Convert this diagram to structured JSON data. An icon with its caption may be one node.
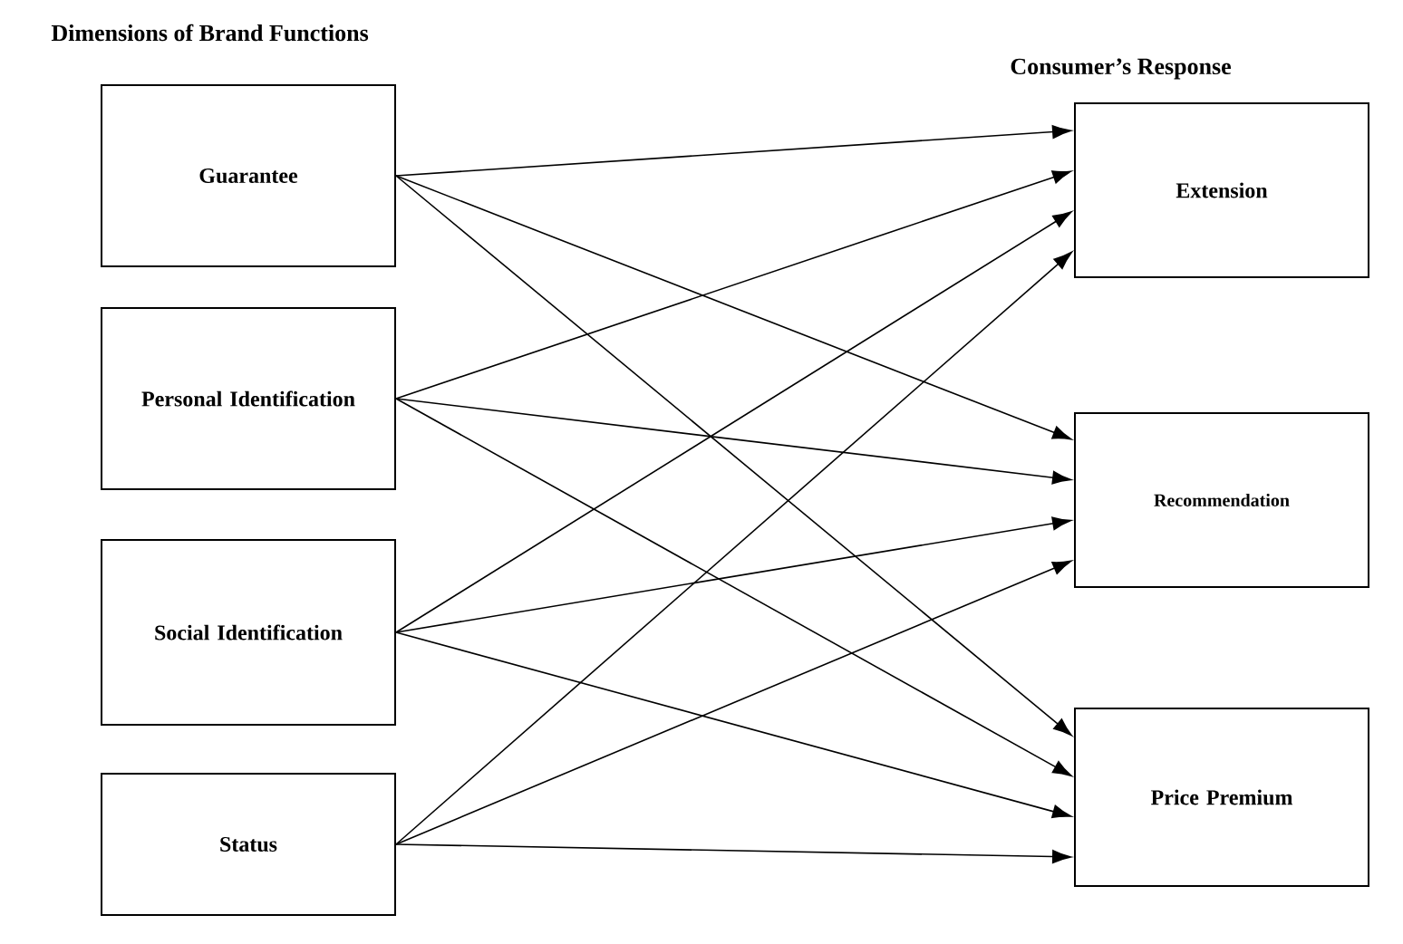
{
  "diagram": {
    "labels": [
      "Dimensions of Brand Functions",
      "Consumer’s Response"
    ],
    "nodes": [
      {
        "text": [
          "Guarantee"
        ]
      },
      {
        "text": [
          "Personal Identification"
        ]
      },
      {
        "text": [
          "Social Identification"
        ]
      },
      {
        "text": [
          "Status"
        ]
      },
      {
        "text": [
          "Extension"
        ]
      },
      {
        "text": [
          "Recommendation"
        ]
      },
      {
        "text": [
          "Price Premium"
        ]
      }
    ],
    "edges": [
      {
        "from": 0,
        "to": 4,
        "arrow": "to"
      },
      {
        "from": 0,
        "to": 5,
        "arrow": "to"
      },
      {
        "from": 0,
        "to": 6,
        "arrow": "to"
      },
      {
        "from": 1,
        "to": 4,
        "arrow": "to"
      },
      {
        "from": 1,
        "to": 5,
        "arrow": "to"
      },
      {
        "from": 1,
        "to": 6,
        "arrow": "to"
      },
      {
        "from": 2,
        "to": 4,
        "arrow": "to"
      },
      {
        "from": 2,
        "to": 5,
        "arrow": "to"
      },
      {
        "from": 2,
        "to": 6,
        "arrow": "to"
      },
      {
        "from": 3,
        "to": 4,
        "arrow": "to"
      },
      {
        "from": 3,
        "to": 5,
        "arrow": "to"
      },
      {
        "from": 3,
        "to": 6,
        "arrow": "to"
      }
    ]
  }
}
